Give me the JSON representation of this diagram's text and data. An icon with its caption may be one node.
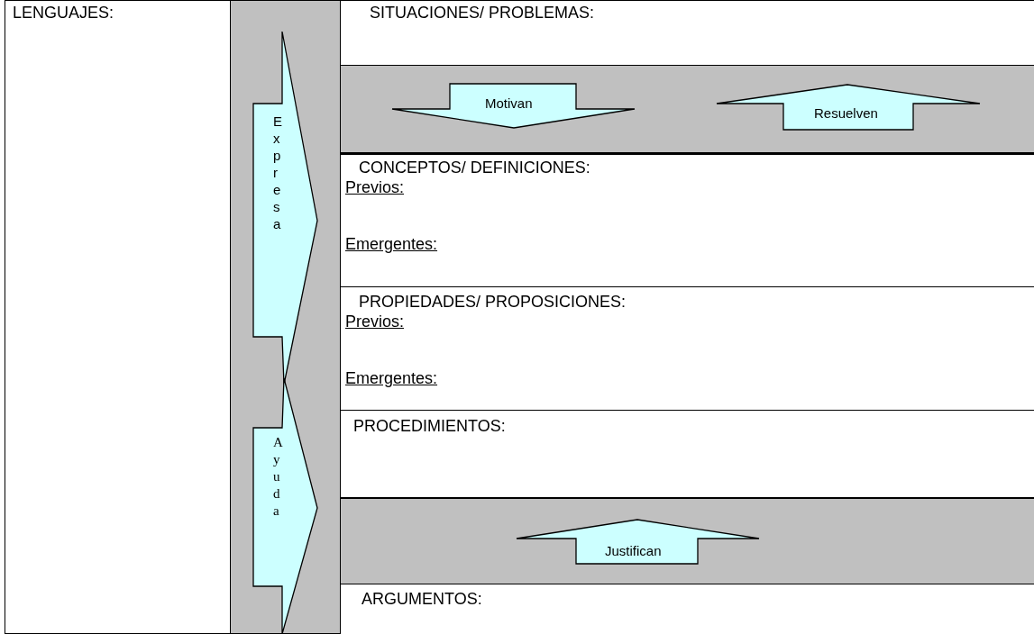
{
  "diagram": {
    "nodes": [
      {
        "text": [
          "LENGUAJES:"
        ]
      },
      {
        "text": [
          "SITUACIONES/ PROBLEMAS:"
        ]
      },
      {
        "text": [
          "CONCEPTOS/ DEFINICIONES:",
          "Previos:",
          "Emergentes:"
        ]
      },
      {
        "text": [
          "PROPIEDADES/ PROPOSICIONES:",
          "Previos:",
          "Emergentes:"
        ]
      },
      {
        "text": [
          "PROCEDIMIENTOS:"
        ]
      },
      {
        "text": [
          "ARGUMENTOS:"
        ]
      }
    ],
    "edges": [
      {
        "from": 0,
        "to": 2,
        "arrow": "to",
        "label": "Expresa"
      },
      {
        "from": 0,
        "to": 4,
        "arrow": "to",
        "label": "Ayuda"
      },
      {
        "from": 1,
        "to": 2,
        "arrow": "to",
        "label": "Motivan"
      },
      {
        "from": 2,
        "to": 1,
        "arrow": "to",
        "label": "Resuelven"
      },
      {
        "from": 5,
        "to": 4,
        "arrow": "to",
        "label": "Justifican"
      }
    ]
  }
}
